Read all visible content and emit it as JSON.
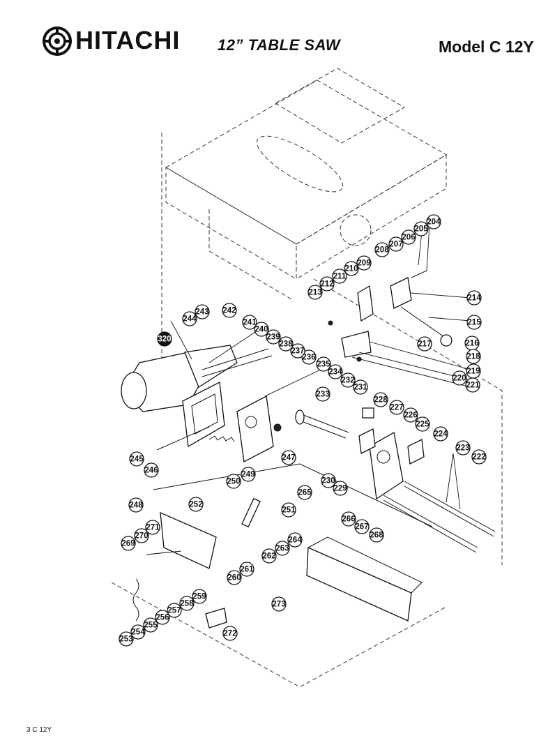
{
  "header": {
    "brand": "HITACHI",
    "title": "12” TABLE SAW",
    "model": "Model C 12Y"
  },
  "footer": {
    "page_label": "3  C 12Y"
  },
  "diagram": {
    "part_numbers": [
      "204",
      "205",
      "206",
      "207",
      "208",
      "209",
      "210",
      "211",
      "212",
      "213",
      "214",
      "215",
      "216",
      "217",
      "218",
      "219",
      "220",
      "221",
      "222",
      "223",
      "224",
      "225",
      "226",
      "227",
      "228",
      "229",
      "230",
      "231",
      "232",
      "233",
      "234",
      "235",
      "236",
      "237",
      "238",
      "239",
      "240",
      "241",
      "242",
      "243",
      "244",
      "245",
      "246",
      "247",
      "248",
      "249",
      "250",
      "251",
      "252",
      "253",
      "254",
      "255",
      "256",
      "257",
      "258",
      "259",
      "260",
      "261",
      "262",
      "263",
      "264",
      "265",
      "266",
      "267",
      "268",
      "269",
      "270",
      "271",
      "272",
      "273",
      "320"
    ]
  }
}
